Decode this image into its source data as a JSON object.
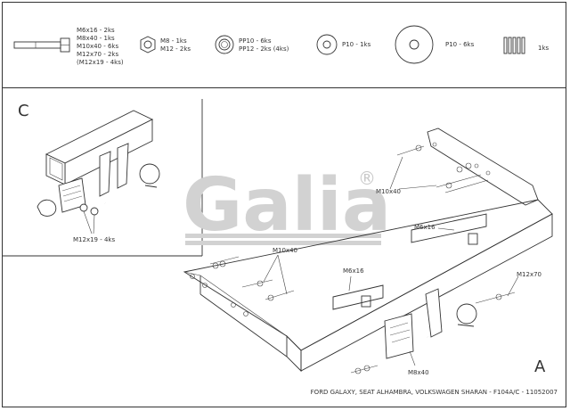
{
  "parts": {
    "bolt_lines": [
      "M6x16 - 2ks",
      "M8x40 - 1ks",
      "M10x40 - 6ks",
      "M12x70 - 2ks",
      "(M12x19 - 4ks)"
    ],
    "nut_lines": [
      "M8 - 1ks",
      "M12 - 2ks"
    ],
    "washer1_lines": [
      "PP10 - 6ks",
      "PP12 - 2ks (4ks)"
    ],
    "washer2_label": "P10 - 1ks",
    "washer3_label": "P10 - 6ks",
    "spring_label": "1ks"
  },
  "detail_c": {
    "letter": "C",
    "bolt_label": "M12x19 - 4ks"
  },
  "logo": {
    "text": "Galia",
    "registered": "®"
  },
  "main": {
    "letter": "A",
    "labels": {
      "m10x40_top": "M10x40",
      "m10x40_left": "M10x40",
      "m6x16_right": "M6x16",
      "m6x16_left": "M6x16",
      "m12x70": "M12x70",
      "m8x40": "M8x40"
    }
  },
  "footer": "FORD GALAXY, SEAT ALHAMBRA, VOLKSWAGEN SHARAN  - F104A/C - 11052007",
  "colors": {
    "line": "#333333",
    "logo": "#cfcfcf",
    "background": "#ffffff"
  }
}
